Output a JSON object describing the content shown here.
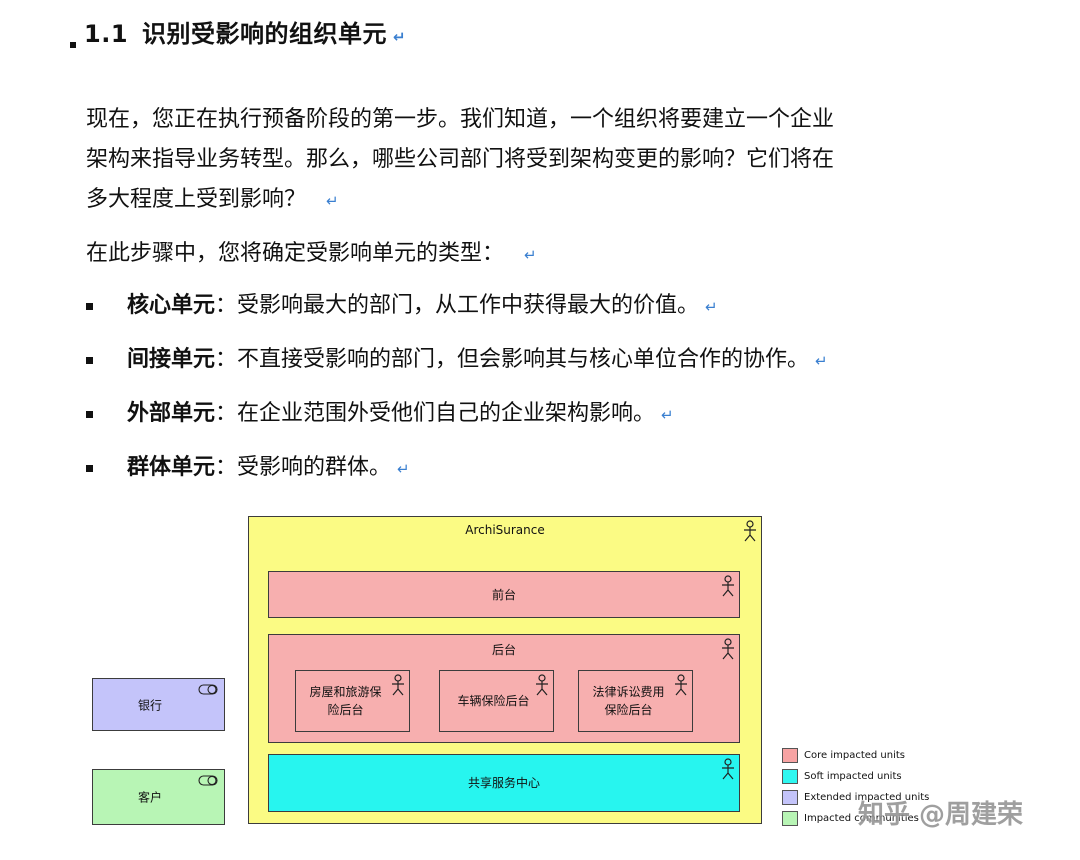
{
  "heading": {
    "number": "1.1",
    "text": "识别受影响的组织单元"
  },
  "return_mark": "↵",
  "paragraphs": {
    "p1": [
      "现在，您正在执行预备阶段的第一步。我们知道，一个组织将要建立一个企业",
      "架构来指导业务转型。那么，哪些公司部门将受到架构变更的影响？它们将在",
      "多大程度上受到影响？"
    ],
    "p2": "在此步骤中，您将确定受影响单元的类型："
  },
  "bullets": [
    {
      "term": "核心单元",
      "desc": "：受影响最大的部门，从工作中获得最大的价值。"
    },
    {
      "term": "间接单元",
      "desc": "：不直接受影响的部门，但会影响其与核心单位合作的协作。"
    },
    {
      "term": "外部单元",
      "desc": "：在企业范围外受他们自己的企业架构影响。"
    },
    {
      "term": "群体单元",
      "desc": "：受影响的群体。"
    }
  ],
  "diagram": {
    "org_name": "ArchiSurance",
    "front_office": "前台",
    "back_office": "后台",
    "back_units": [
      "房屋和旅游保\n险后台",
      "车辆保险后台",
      "法律诉讼费用\n保险后台"
    ],
    "shared_services": "共享服务中心",
    "bank": "银行",
    "customer": "客户",
    "icons": {
      "actor": "actor-icon",
      "component": "component-icon"
    }
  },
  "legend": [
    {
      "label": "Core impacted units",
      "color": "#f7a3a3"
    },
    {
      "label": "Soft impacted units",
      "color": "#2ff7f0"
    },
    {
      "label": "Extended impacted units",
      "color": "#c4c4fa"
    },
    {
      "label": "Impacted communities",
      "color": "#b8f5b5"
    }
  ],
  "watermark": "知乎 @周建荣"
}
